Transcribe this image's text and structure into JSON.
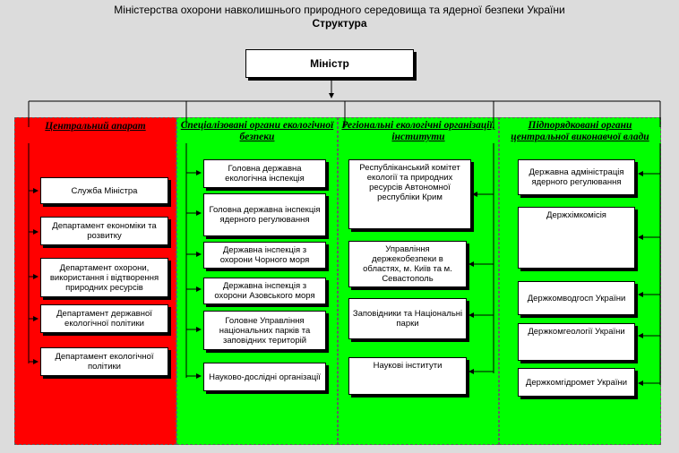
{
  "header": {
    "title": "Міністерства охорони навколишнього природного середовища та ядерної безпеки України",
    "subtitle": "Структура"
  },
  "minister": "Міністр",
  "colors": {
    "background": "#dcdcdc",
    "central": "#ff0000",
    "green": "#00ff00"
  },
  "columns": [
    {
      "title": "Центральний апарат",
      "items": [
        "Служба Міністра",
        "Департамент економіки та розвитку",
        "Департамент охорони, використання і відтворення природних ресурсів",
        "Департамент державної екологічної політики",
        "Департамент екологічної політики"
      ]
    },
    {
      "title": "Спеціалізовані органи екологічної безпеки",
      "items": [
        "Головна державна екологічна інспекція",
        "Головна державна інспекція ядерного регулювання",
        "Державна інспекція з охорони Чорного моря",
        "Державна інспекція з охорони Азовського моря",
        "Головне Управління національних парків та заповідних територій",
        "Науково-дослідні організації"
      ]
    },
    {
      "title": "Регіональні екологічні організації, інститути",
      "items": [
        "Республіканський комітет екології та природних ресурсів Автономної республіки Крим",
        "Управління держекобезпеки в областях, м. Київ та м. Севастополь",
        "Заповідники та Національні парки",
        "Наукові інститути"
      ]
    },
    {
      "title": "Підпорядковані органи центральної виконавчої влади",
      "items": [
        "Державна адміністрація ядерного регулювання",
        "Держхімкомісія",
        "Держкомводгосп України",
        "Держкомгеології України",
        "Держкомгідромет України"
      ]
    }
  ]
}
